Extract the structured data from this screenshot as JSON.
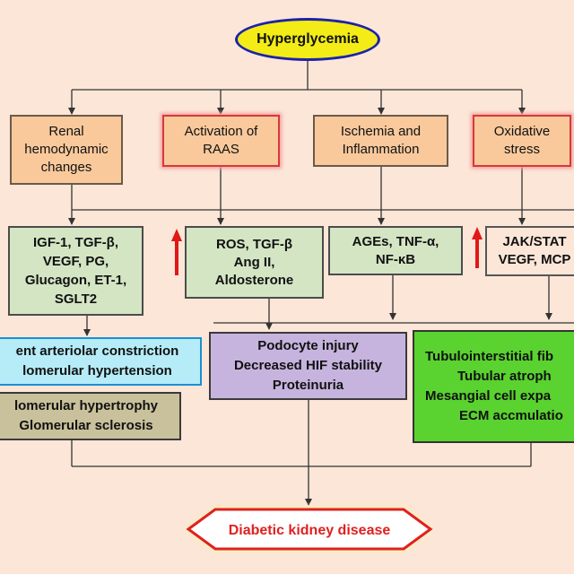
{
  "root": {
    "label": "Hyperglycemia"
  },
  "mechanisms": [
    {
      "lines": [
        "Renal",
        "hemodynamic",
        "changes"
      ]
    },
    {
      "lines": [
        "Activation of",
        "RAAS"
      ]
    },
    {
      "lines": [
        "Ischemia and",
        "Inflammation"
      ]
    },
    {
      "lines": [
        "Oxidative",
        "stress"
      ]
    }
  ],
  "mediators": [
    {
      "lines": [
        "IGF-1, TGF-β,",
        "VEGF, PG,",
        "Glucagon, ET-1,",
        "SGLT2"
      ]
    },
    {
      "lines": [
        "ROS, TGF-β",
        "Ang II,",
        "Aldosterone"
      ]
    },
    {
      "lines": [
        "AGEs, TNF-α,",
        "NF-κB"
      ]
    },
    {
      "lines": [
        "JAK/STAT",
        "VEGF, MCP"
      ]
    }
  ],
  "effects": {
    "hemodynamic": {
      "lines": [
        "ent arteriolar constriction",
        "lomerular hypertension"
      ]
    },
    "structural": {
      "lines": [
        "lomerular hypertrophy",
        "Glomerular sclerosis"
      ]
    },
    "podocyte": {
      "lines": [
        "Podocyte injury",
        "Decreased HIF stability",
        "Proteinuria"
      ]
    },
    "tubular": {
      "lines": [
        "Tubulointerstitial fib",
        "Tubular atroph",
        "Mesangial cell expa",
        "ECM accmulatio"
      ]
    }
  },
  "outcome": {
    "label": "Diabetic kidney disease"
  },
  "colors": {
    "background": "#fbe6d8",
    "root_fill": "#f3ec16",
    "root_border": "#1b22a8",
    "mechanism_fill": "#f9c99c",
    "mediator_fill": "#d4e5c4",
    "hemodynamic_fill": "#b6ecf8",
    "structural_fill": "#c9c19c",
    "podocyte_fill": "#c6b4de",
    "tubular_fill": "#5ad230",
    "outcome_fill": "#ffffff",
    "outcome_border": "#e02020",
    "outcome_text": "#e02020",
    "arrow_red": "#e01818"
  },
  "icons": {
    "increase_arrow": "red-up-arrow-icon"
  }
}
